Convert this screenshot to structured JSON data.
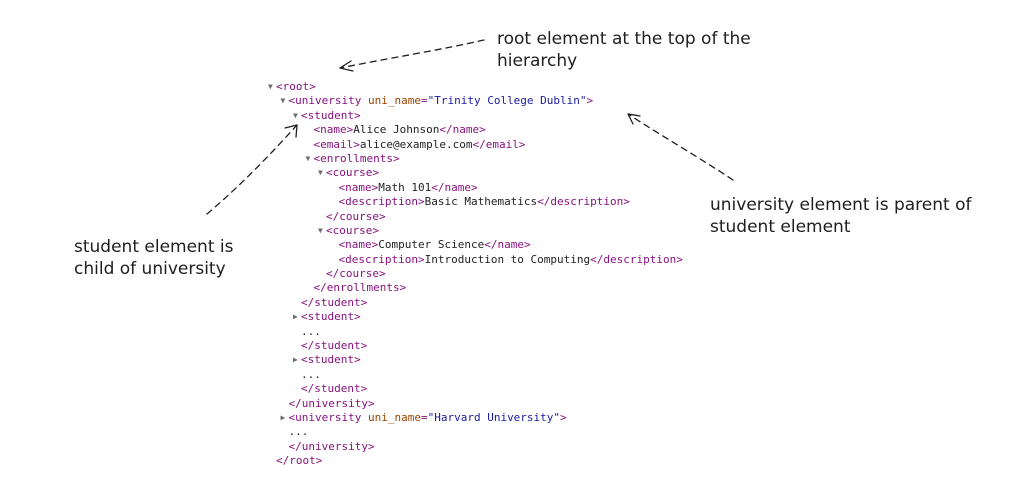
{
  "annotations": {
    "root": "root element at the top of the\nhierarchy",
    "parent": "university element is parent of\nstudent element",
    "child": "student element is\nchild of university"
  },
  "xml_lines": [
    {
      "indent": 0,
      "toggle": "expanded",
      "parts": [
        [
          "tag",
          "<root>"
        ]
      ]
    },
    {
      "indent": 1,
      "toggle": "expanded",
      "parts": [
        [
          "tag",
          "<university "
        ],
        [
          "attr-name",
          "uni_name"
        ],
        [
          "tag",
          "="
        ],
        [
          "attr-val",
          "\"Trinity College Dublin\""
        ],
        [
          "tag",
          ">"
        ]
      ]
    },
    {
      "indent": 2,
      "toggle": "expanded",
      "parts": [
        [
          "tag",
          "<student>"
        ]
      ]
    },
    {
      "indent": 3,
      "toggle": "",
      "parts": [
        [
          "tag",
          "<name>"
        ],
        [
          "txt",
          "Alice Johnson"
        ],
        [
          "tag",
          "</name>"
        ]
      ]
    },
    {
      "indent": 3,
      "toggle": "",
      "parts": [
        [
          "tag",
          "<email>"
        ],
        [
          "txt",
          "alice@example.com"
        ],
        [
          "tag",
          "</email>"
        ]
      ]
    },
    {
      "indent": 3,
      "toggle": "expanded",
      "parts": [
        [
          "tag",
          "<enrollments>"
        ]
      ]
    },
    {
      "indent": 4,
      "toggle": "expanded",
      "parts": [
        [
          "tag",
          "<course>"
        ]
      ]
    },
    {
      "indent": 5,
      "toggle": "",
      "parts": [
        [
          "tag",
          "<name>"
        ],
        [
          "txt",
          "Math 101"
        ],
        [
          "tag",
          "</name>"
        ]
      ]
    },
    {
      "indent": 5,
      "toggle": "",
      "parts": [
        [
          "tag",
          "<description>"
        ],
        [
          "txt",
          "Basic Mathematics"
        ],
        [
          "tag",
          "</description>"
        ]
      ]
    },
    {
      "indent": 4,
      "toggle": "",
      "parts": [
        [
          "tag",
          "</course>"
        ]
      ]
    },
    {
      "indent": 4,
      "toggle": "expanded",
      "parts": [
        [
          "tag",
          "<course>"
        ]
      ]
    },
    {
      "indent": 5,
      "toggle": "",
      "parts": [
        [
          "tag",
          "<name>"
        ],
        [
          "txt",
          "Computer Science"
        ],
        [
          "tag",
          "</name>"
        ]
      ]
    },
    {
      "indent": 5,
      "toggle": "",
      "parts": [
        [
          "tag",
          "<description>"
        ],
        [
          "txt",
          "Introduction to Computing"
        ],
        [
          "tag",
          "</description>"
        ]
      ]
    },
    {
      "indent": 4,
      "toggle": "",
      "parts": [
        [
          "tag",
          "</course>"
        ]
      ]
    },
    {
      "indent": 3,
      "toggle": "",
      "parts": [
        [
          "tag",
          "</enrollments>"
        ]
      ]
    },
    {
      "indent": 2,
      "toggle": "",
      "parts": [
        [
          "tag",
          "</student>"
        ]
      ]
    },
    {
      "indent": 2,
      "toggle": "collapsed",
      "parts": [
        [
          "tag",
          "<student>"
        ]
      ]
    },
    {
      "indent": 2,
      "toggle": "",
      "parts": [
        [
          "txt",
          "..."
        ]
      ]
    },
    {
      "indent": 2,
      "toggle": "",
      "parts": [
        [
          "tag",
          "</student>"
        ]
      ]
    },
    {
      "indent": 2,
      "toggle": "collapsed",
      "parts": [
        [
          "tag",
          "<student>"
        ]
      ]
    },
    {
      "indent": 2,
      "toggle": "",
      "parts": [
        [
          "txt",
          "..."
        ]
      ]
    },
    {
      "indent": 2,
      "toggle": "",
      "parts": [
        [
          "tag",
          "</student>"
        ]
      ]
    },
    {
      "indent": 1,
      "toggle": "",
      "parts": [
        [
          "tag",
          "</university>"
        ]
      ]
    },
    {
      "indent": 1,
      "toggle": "collapsed",
      "parts": [
        [
          "tag",
          "<university "
        ],
        [
          "attr-name",
          "uni_name"
        ],
        [
          "tag",
          "="
        ],
        [
          "attr-val",
          "\"Harvard University\""
        ],
        [
          "tag",
          ">"
        ]
      ]
    },
    {
      "indent": 1,
      "toggle": "",
      "parts": [
        [
          "txt",
          "..."
        ]
      ]
    },
    {
      "indent": 1,
      "toggle": "",
      "parts": [
        [
          "tag",
          "</university>"
        ]
      ]
    },
    {
      "indent": 0,
      "toggle": "",
      "parts": [
        [
          "tag",
          "</root>"
        ]
      ]
    }
  ]
}
